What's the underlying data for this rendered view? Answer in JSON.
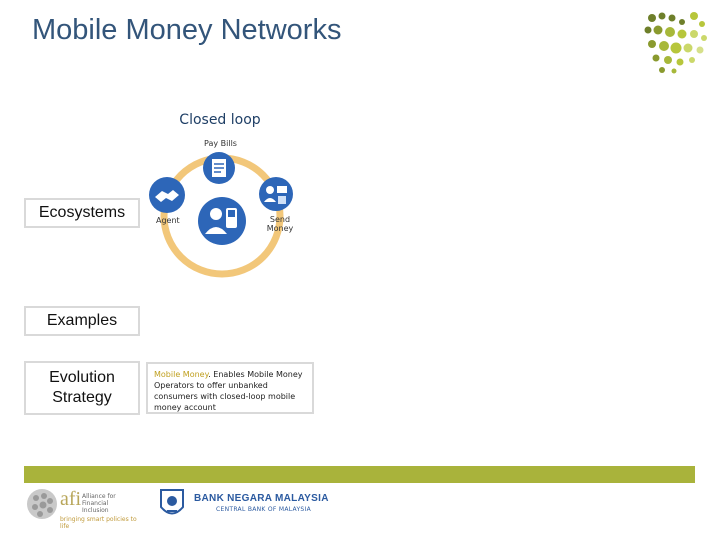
{
  "header": {
    "title": "Mobile Money Networks"
  },
  "diagram": {
    "title": "Closed loop",
    "labels": {
      "top": "Pay Bills",
      "left": "Agent",
      "right": "Send Money"
    }
  },
  "side_labels": {
    "ecosystems": "Ecosystems",
    "examples": "Examples",
    "evolution": "Evolution Strategy"
  },
  "example": {
    "highlight": "Mobile Money",
    "text": "Enables Mobile Money Operators to offer unbanked consumers with closed-loop mobile money account"
  },
  "footer": {
    "afi_name": "afi",
    "afi_subtitle": "Alliance for Financial Inclusion",
    "afi_tagline": "bringing smart policies to life",
    "bank_name": "BANK NEGARA MALAYSIA",
    "bank_subtitle": "CENTRAL BANK OF MALAYSIA"
  },
  "colors": {
    "title": "#33557a",
    "ring": "#f2c77a",
    "icon_blue": "#2d66b8",
    "footer_bar": "#a9b33b",
    "accent": "#c0a020"
  }
}
